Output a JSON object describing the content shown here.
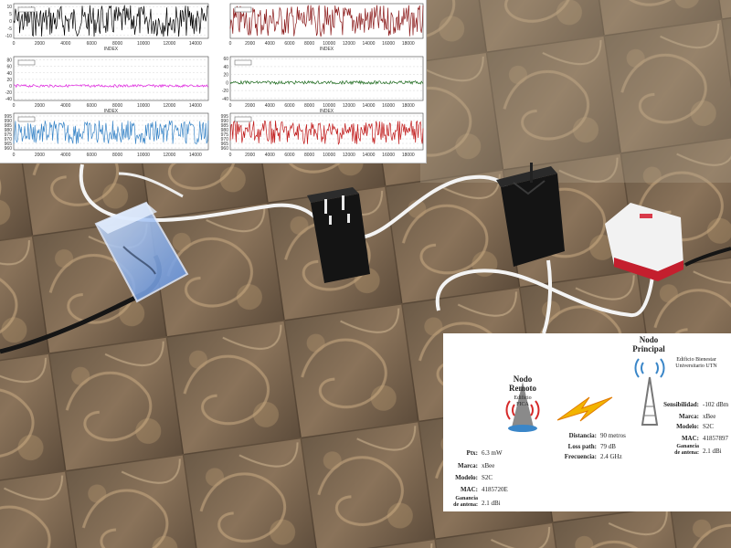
{
  "charts": {
    "panels": [
      {
        "color": "#000000",
        "xlabel": "INDEX",
        "xticks": [
          "0",
          "2000",
          "4000",
          "6000",
          "8000",
          "10000",
          "12000",
          "14000"
        ],
        "xmax": 15000,
        "yticks": [
          "10",
          "5",
          "0",
          "-5",
          "-10"
        ],
        "ymin": -12,
        "ymax": 12,
        "base": 0,
        "amp": 11
      },
      {
        "color": "#8b1a1a",
        "xlabel": "INDEX",
        "xticks": [
          "0",
          "2000",
          "4000",
          "6000",
          "8000",
          "10000",
          "12000",
          "14000",
          "16000",
          "18000"
        ],
        "xmax": 19500,
        "yticks": [],
        "ymin": -12,
        "ymax": 12,
        "base": 0,
        "amp": 11
      },
      {
        "color": "#e020e0",
        "xlabel": "INDEX",
        "xticks": [
          "0",
          "2000",
          "4000",
          "6000",
          "8000",
          "10000",
          "12000",
          "14000"
        ],
        "xmax": 15000,
        "yticks": [
          "80",
          "60",
          "40",
          "20",
          "0",
          "-20",
          "-40"
        ],
        "ymin": -45,
        "ymax": 90,
        "base": 0,
        "amp": 4
      },
      {
        "color": "#1e6b1e",
        "xlabel": "INDEX",
        "xticks": [
          "0",
          "2000",
          "4000",
          "6000",
          "8000",
          "10000",
          "12000",
          "14000",
          "16000",
          "18000"
        ],
        "xmax": 19500,
        "yticks": [
          "60",
          "40",
          "20",
          "0",
          "-20",
          "-40"
        ],
        "ymin": -45,
        "ymax": 65,
        "base": 0,
        "amp": 4
      },
      {
        "color": "#3a86c8",
        "xlabel": "",
        "xticks": [
          "0",
          "2000",
          "4000",
          "6000",
          "8000",
          "10000",
          "12000",
          "14000"
        ],
        "xmax": 15000,
        "yticks": [
          "995",
          "990",
          "985",
          "980",
          "975",
          "970",
          "965",
          "960"
        ],
        "ymin": 958,
        "ymax": 998,
        "base": 977,
        "amp": 13
      },
      {
        "color": "#c01818",
        "xlabel": "",
        "xticks": [
          "0",
          "2000",
          "4000",
          "6000",
          "8000",
          "10000",
          "12000",
          "14000",
          "16000",
          "18000"
        ],
        "xmax": 19500,
        "yticks": [
          "995",
          "990",
          "985",
          "980",
          "975",
          "970",
          "965",
          "960"
        ],
        "ymin": 958,
        "ymax": 998,
        "base": 977,
        "amp": 13
      }
    ]
  },
  "diagram": {
    "remote": {
      "title_line1": "Nodo",
      "title_line2": "Remoto",
      "site_line1": "Edificio",
      "site_line2": "FICA",
      "fields": [
        {
          "label": "Ptx:",
          "value": "6.3 mW"
        },
        {
          "label": "Marca:",
          "value": "xBee"
        },
        {
          "label": "Modelo:",
          "value": "S2C"
        },
        {
          "label": "MAC:",
          "value": "4185720E"
        },
        {
          "label": "Ganancia\nde antena:",
          "value": "2.1 dBi"
        }
      ]
    },
    "link": {
      "fields": [
        {
          "label": "Distancia:",
          "value": "90 metros"
        },
        {
          "label": "Loss path:",
          "value": "79 dB"
        },
        {
          "label": "Frecuencia:",
          "value": "2.4 GHz"
        }
      ]
    },
    "main": {
      "title_line1": "Nodo",
      "title_line2": "Principal",
      "site_line1": "Edificio Bienestar",
      "site_line2": "Universitario UTN",
      "fields": [
        {
          "label": "Sensibilidad:",
          "value": "-102 dBm"
        },
        {
          "label": "Marca:",
          "value": "xBee"
        },
        {
          "label": "Modelo:",
          "value": "S2C"
        },
        {
          "label": "MAC:",
          "value": "41857897"
        },
        {
          "label": "Ganancia\nde antena:",
          "value": "2.1 dBi"
        }
      ]
    }
  }
}
